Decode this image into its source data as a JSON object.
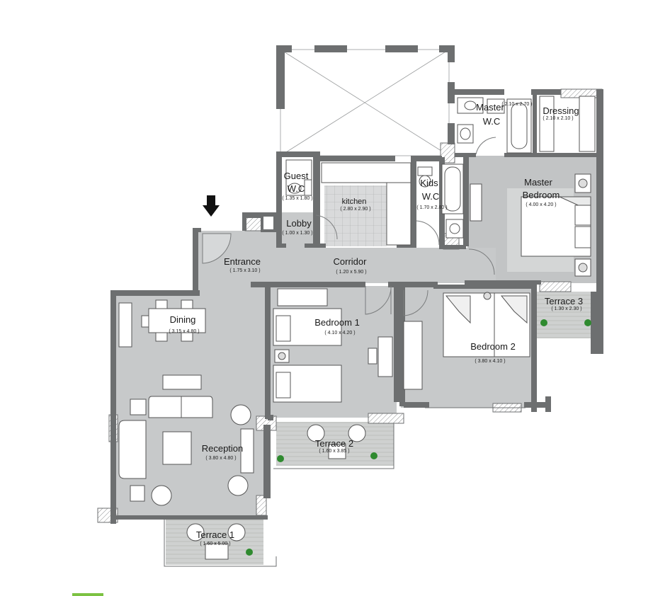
{
  "rooms": {
    "master_wc": {
      "name_line1": "Master",
      "name_line2": "W.C",
      "dims": "( 2.10 x 2.70 )"
    },
    "dressing": {
      "name": "Dressing",
      "dims": "( 2.10 x 2.10 )"
    },
    "guest_wc": {
      "name_line1": "Guest",
      "name_line2": "W.C",
      "dims": "( 1.35 x 1.80 )"
    },
    "kitchen": {
      "name": "kitchen",
      "dims": "( 2.80 x 2.90 )"
    },
    "kids_wc": {
      "name_line1": "Kids",
      "name_line2": "W.C",
      "dims": "( 1.70 x 2.80 )"
    },
    "master_bedroom": {
      "name_line1": "Master",
      "name_line2": "Bedroom",
      "dims": "( 4.00 x 4.20 )"
    },
    "lobby": {
      "name": "Lobby",
      "dims": "( 1.00 x 1.30 )"
    },
    "entrance": {
      "name": "Entrance",
      "dims": "( 1.75 x 3.10 )"
    },
    "corridor": {
      "name": "Corridor",
      "dims": "( 1.20 x 5.90 )"
    },
    "terrace_3": {
      "name": "Terrace 3",
      "dims": "( 1.30 x 2.30 )"
    },
    "dining": {
      "name": "Dining",
      "dims": "( 3.15 x 4.80 )"
    },
    "bedroom_1": {
      "name": "Bedroom 1",
      "dims": "( 4.10 x 4.20 )"
    },
    "bedroom_2": {
      "name": "Bedroom 2",
      "dims": "( 3.80 x 4.10 )"
    },
    "terrace_2": {
      "name": "Terrace 2",
      "dims": "( 1.60 x 3.85 )"
    },
    "reception": {
      "name": "Reception",
      "dims": "( 3.80 x 4.80 )"
    },
    "terrace_1": {
      "name": "Terrace 1",
      "dims": "( 1.60 x 5.00 )"
    }
  },
  "colors": {
    "wall": "#6d6f70",
    "floor": "#c7c9ca",
    "floor_dark": "#b3b5b6",
    "furniture": "#ffffff",
    "terrace": "#cfd1d0",
    "tile": "#d9dadb",
    "plant": "#2f8a2f",
    "accent_bar": "#7cc242"
  },
  "icons": {
    "entry_marker": "arrow-down-icon"
  }
}
